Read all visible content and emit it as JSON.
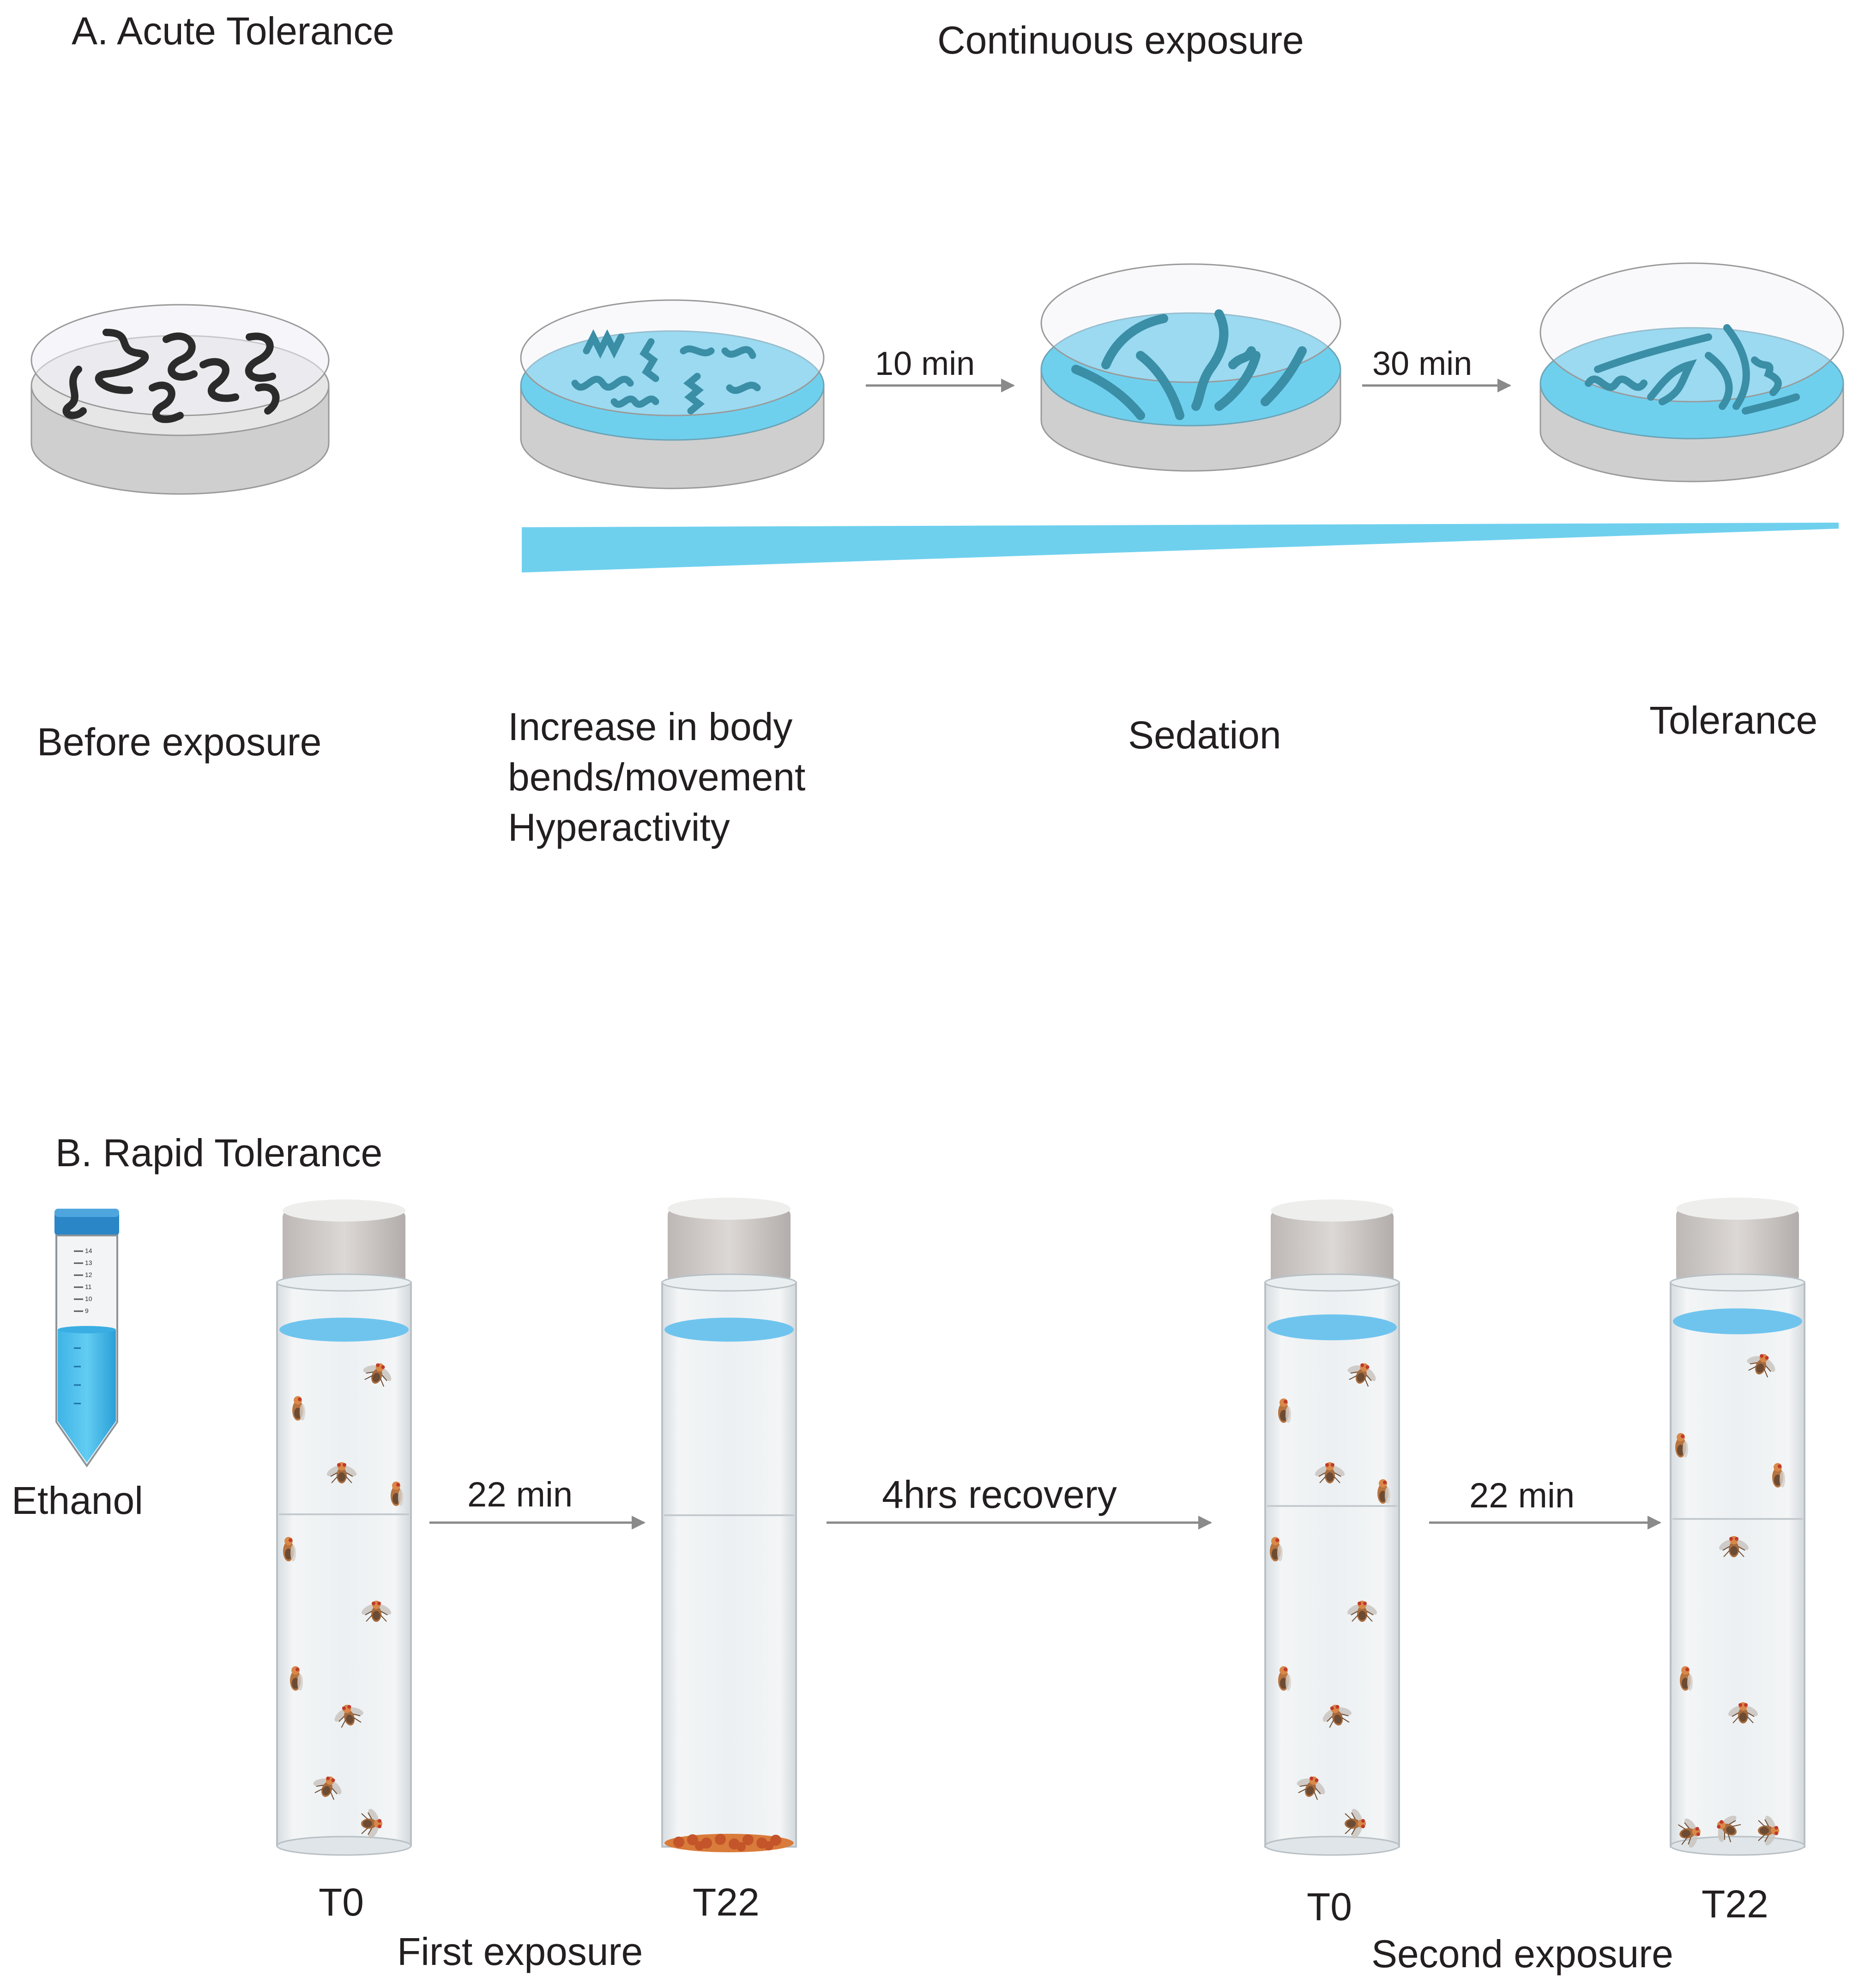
{
  "panel_a": {
    "title": "A.   Acute Tolerance",
    "header": "Continuous exposure",
    "arrow_1_label": "10 min",
    "arrow_2_label": "30 min",
    "stage_before": "Before exposure",
    "stage_increase": [
      "Increase in body",
      "bends/movement",
      "Hyperactivity"
    ],
    "stage_sedation": "Sedation",
    "stage_tolerance": "Tolerance"
  },
  "panel_b": {
    "title": "B. Rapid Tolerance",
    "ethanol_label": "Ethanol",
    "arrow_1_label": "22 min",
    "arrow_2_label": "4hrs recovery",
    "arrow_3_label": "22 min",
    "vial_1_label": "T0",
    "vial_2_label": "T22",
    "vial_3_label": "T0",
    "vial_4_label": "T22",
    "group_1_label": "First exposure",
    "group_2_label": "Second exposure",
    "tube_ticks": [
      "14",
      "13",
      "12",
      "11",
      "10",
      "9"
    ]
  },
  "colors": {
    "ethanol_blue": "#6fd0ee",
    "worm_dark": "#2b2b2b",
    "worm_teal": "#3a8ea6",
    "dish_gray": "#cfcfcf",
    "arrow_gray": "#8a8a8a",
    "cap_blue": "#2a86c6"
  }
}
